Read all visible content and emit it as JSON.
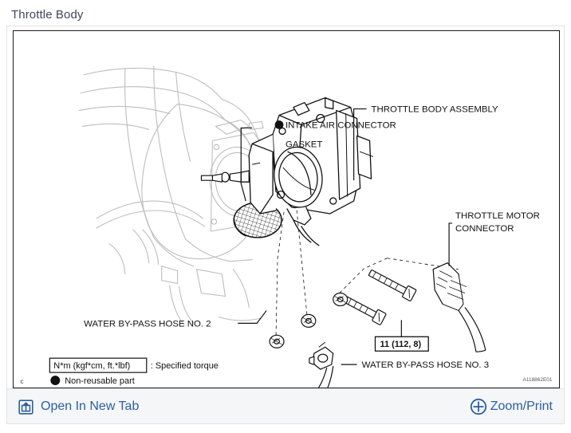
{
  "page_title": "Throttle Body",
  "toolbar": {
    "open_new_tab_label": "Open In New Tab",
    "open_new_tab_icon": "open-in-new-window-icon",
    "zoom_print_label": "Zoom/Print",
    "zoom_print_icon": "plus-circle-icon",
    "link_color": "#2c5f9e",
    "background": "#f4f6f8"
  },
  "diagram": {
    "title": "Throttle Body",
    "figure_code": "A118862E01",
    "copyright_mark": "c",
    "line_color": "#111111",
    "ghost_color": "#b9b9b9",
    "callouts": [
      {
        "id": "intake-air-connector-gasket",
        "lines": [
          "INTAKE AIR CONNECTOR",
          "GASKET"
        ],
        "bullet": true
      },
      {
        "id": "throttle-body-assembly",
        "lines": [
          "THROTTLE BODY ASSEMBLY"
        ],
        "bullet": false
      },
      {
        "id": "throttle-motor-connector",
        "lines": [
          "THROTTLE MOTOR",
          "CONNECTOR"
        ],
        "bullet": false
      },
      {
        "id": "water-by-pass-hose-no-2",
        "lines": [
          "WATER BY-PASS HOSE NO. 2"
        ],
        "bullet": false
      },
      {
        "id": "water-by-pass-hose-no-3",
        "lines": [
          "WATER BY-PASS HOSE NO. 3"
        ],
        "bullet": false
      }
    ],
    "torque_spec": "11 (112, 8)",
    "legend": {
      "torque_unit_box": "N*m (kgf*cm, ft.*lbf)",
      "torque_unit_desc": ": Specified torque",
      "non_reusable_desc": "Non-reusable part"
    }
  }
}
